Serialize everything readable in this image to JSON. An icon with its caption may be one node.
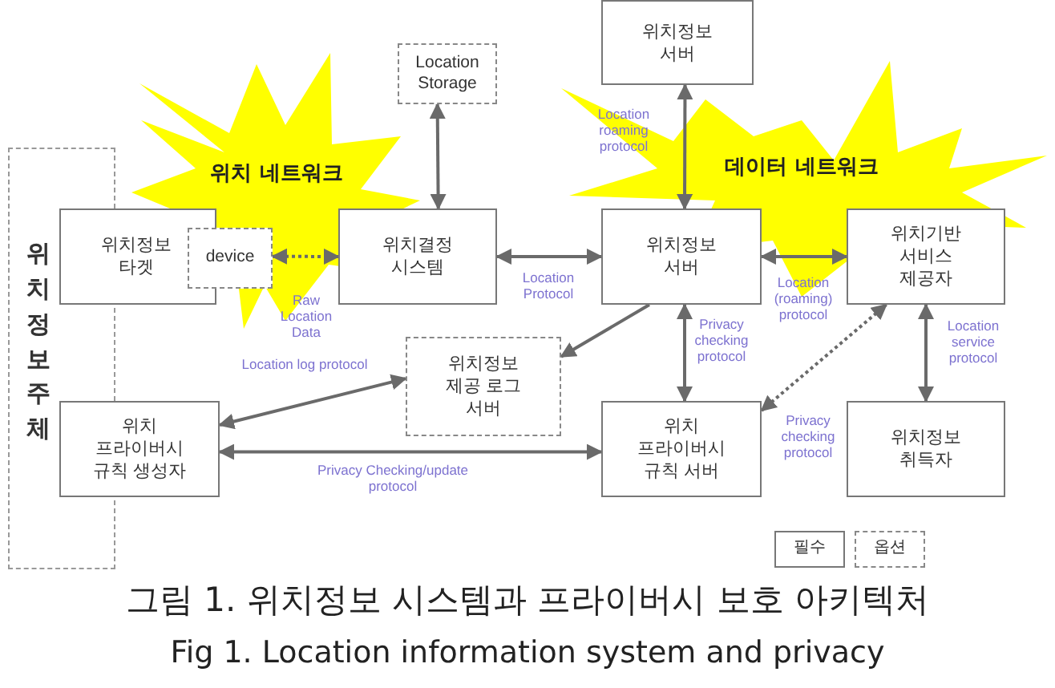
{
  "diagram": {
    "caption": "그림 1. 위치정보 시스템과 프라이버시 보호 아키텍처",
    "nodes": [
      {
        "text": [
          "위치정보 서버"
        ]
      },
      {
        "text": [
          "Location Storage"
        ]
      },
      {
        "text": [
          "위치 네트워크"
        ]
      },
      {
        "text": [
          "데이터 네트워크"
        ]
      },
      {
        "text": [
          "위치정보주체"
        ]
      },
      {
        "text": [
          "위치정보 타겟"
        ]
      },
      {
        "text": [
          "device"
        ]
      },
      {
        "text": [
          "위치결정 시스템"
        ]
      },
      {
        "text": [
          "위치정보 서버"
        ]
      },
      {
        "text": [
          "위치기반 서비스 제공자"
        ]
      },
      {
        "text": [
          "위치정보 제공 로그 서버"
        ]
      },
      {
        "text": [
          "위치 프라이버시 규칙 생성자"
        ]
      },
      {
        "text": [
          "위치 프라이버시 규칙 서버"
        ]
      },
      {
        "text": [
          "위치정보 취득자"
        ]
      }
    ],
    "edges": [
      {
        "from": 0,
        "to": 8,
        "arrow": "both",
        "label": "Location roaming protocol"
      },
      {
        "from": 1,
        "to": 7,
        "arrow": "both"
      },
      {
        "from": 6,
        "to": 7,
        "arrow": "both",
        "style": "dashed",
        "label": "Raw Location Data"
      },
      {
        "from": 7,
        "to": 8,
        "arrow": "both",
        "label": "Location Protocol"
      },
      {
        "from": 8,
        "to": 9,
        "arrow": "both",
        "label": "Location (roaming) protocol"
      },
      {
        "from": 8,
        "to": 10,
        "arrow": "to"
      },
      {
        "from": 10,
        "to": 11,
        "arrow": "both",
        "label": "Location log protocol"
      },
      {
        "from": 11,
        "to": 12,
        "arrow": "both",
        "label": "Privacy Checking/update protocol"
      },
      {
        "from": 8,
        "to": 12,
        "arrow": "both",
        "label": "Privacy checking protocol"
      },
      {
        "from": 12,
        "to": 9,
        "arrow": "both",
        "style": "dashed",
        "label": "Privacy checking protocol"
      },
      {
        "from": 9,
        "to": 13,
        "arrow": "both",
        "label": "Location service protocol"
      }
    ],
    "labels": [
      "Fig 1. Location information system and privacy"
    ],
    "legend": [
      {
        "text": "필수"
      },
      {
        "text": "옵션"
      }
    ]
  }
}
